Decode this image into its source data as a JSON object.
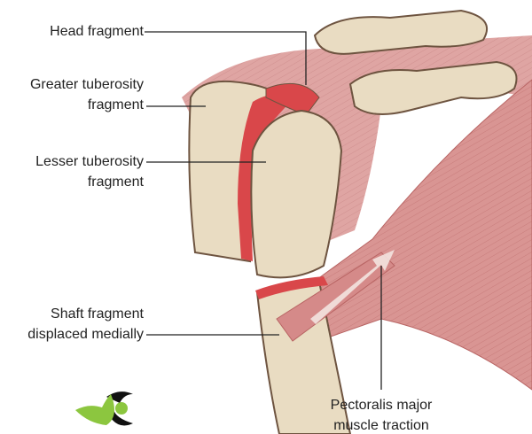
{
  "labels": {
    "head": "Head fragment",
    "greater_1": "Greater tuberosity",
    "greater_2": "fragment",
    "lesser_1": "Lesser tuberosity",
    "lesser_2": "fragment",
    "shaft_1": "Shaft fragment",
    "shaft_2": "displaced medially",
    "pec_1": "Pectoralis major",
    "pec_2": "muscle traction"
  },
  "colors": {
    "bone": "#e9dcc2",
    "bone_outline": "#6e5440",
    "fracture": "#d9474a",
    "muscle": "#d99593",
    "muscle_dark": "#c46f6e",
    "logo_green": "#8cc63f",
    "logo_black": "#111111"
  }
}
